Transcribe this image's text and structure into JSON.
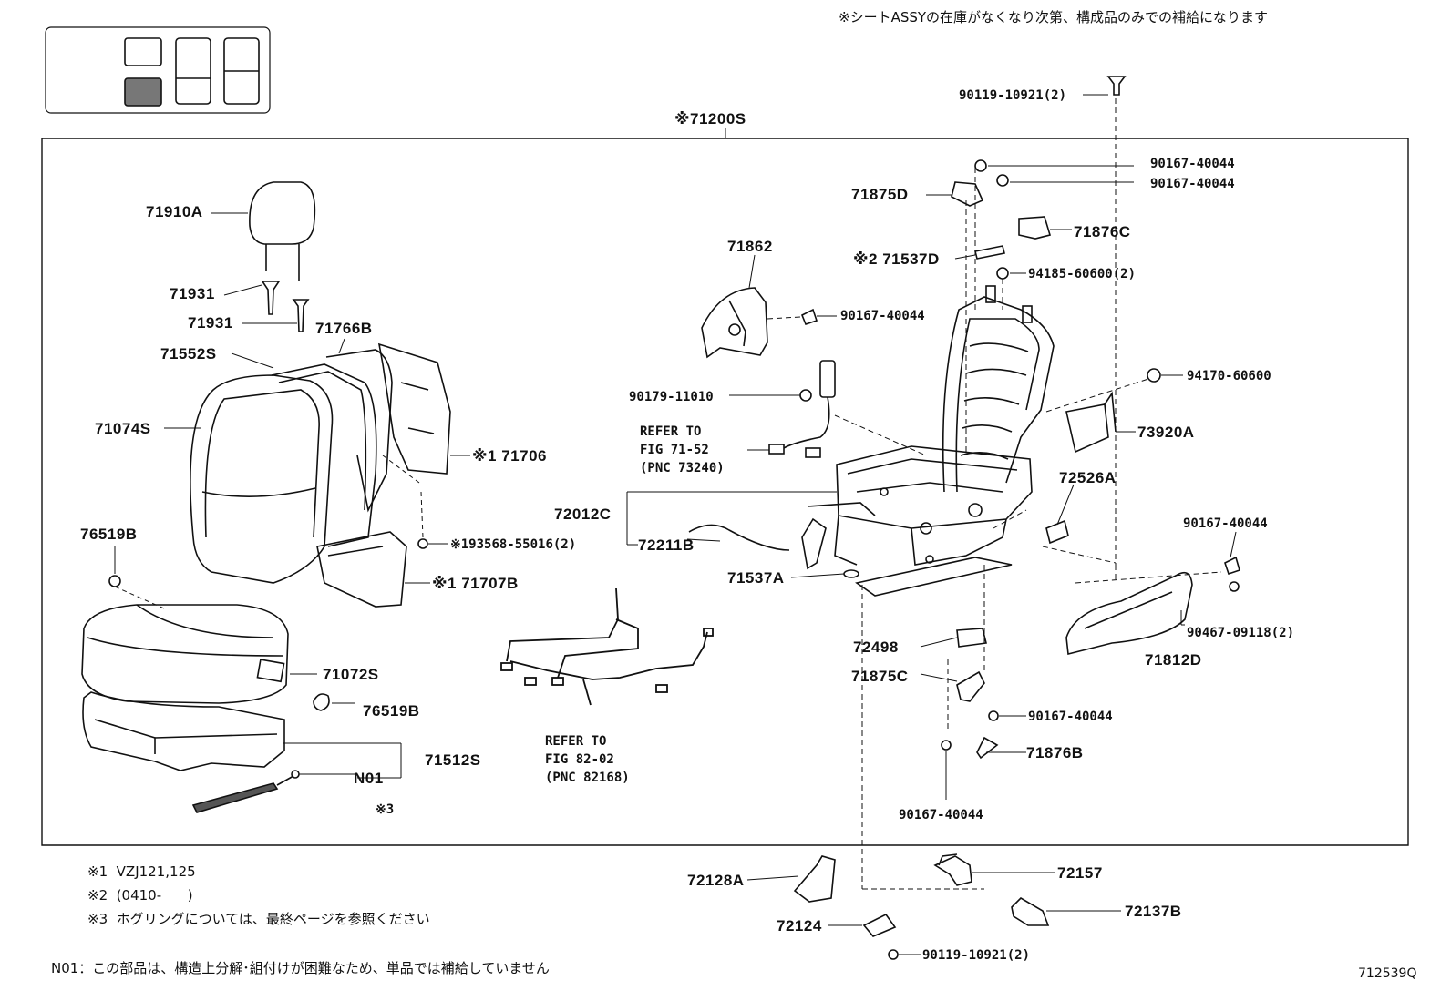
{
  "header_note": "※シートASSYの在庫がなくなり次第、構成品のみでの補給になります",
  "assembly_label": "※71200S",
  "figure_code": "712539Q",
  "parts": [
    {
      "id": "p-90119-top",
      "text": "90119-10921(2)",
      "size": "sm"
    },
    {
      "id": "p-90167-a",
      "text": "90167-40044",
      "size": "sm"
    },
    {
      "id": "p-90167-b",
      "text": "90167-40044",
      "size": "sm"
    },
    {
      "id": "p-71875d",
      "text": "71875D",
      "size": "big"
    },
    {
      "id": "p-71876c",
      "text": "71876C",
      "size": "big"
    },
    {
      "id": "p-71537d",
      "text": "※2 71537D",
      "size": "big"
    },
    {
      "id": "p-94185",
      "text": "94185-60600(2)",
      "size": "sm"
    },
    {
      "id": "p-71862",
      "text": "71862",
      "size": "big"
    },
    {
      "id": "p-90167-c",
      "text": "90167-40044",
      "size": "sm"
    },
    {
      "id": "p-94170",
      "text": "94170-60600",
      "size": "sm"
    },
    {
      "id": "p-90179",
      "text": "90179-11010",
      "size": "sm"
    },
    {
      "id": "p-73920a",
      "text": "73920A",
      "size": "big"
    },
    {
      "id": "p-72526a",
      "text": "72526A",
      "size": "big"
    },
    {
      "id": "p-72012c",
      "text": "72012C",
      "size": "big"
    },
    {
      "id": "p-72211b",
      "text": "72211B",
      "size": "big"
    },
    {
      "id": "p-71537a",
      "text": "71537A",
      "size": "big"
    },
    {
      "id": "p-90167-d",
      "text": "90167-40044",
      "size": "sm"
    },
    {
      "id": "p-90467",
      "text": "90467-09118(2)",
      "size": "sm"
    },
    {
      "id": "p-71812d",
      "text": "71812D",
      "size": "big"
    },
    {
      "id": "p-72498",
      "text": "72498",
      "size": "big"
    },
    {
      "id": "p-71875c",
      "text": "71875C",
      "size": "big"
    },
    {
      "id": "p-90167-e",
      "text": "90167-40044",
      "size": "sm"
    },
    {
      "id": "p-71876b",
      "text": "71876B",
      "size": "big"
    },
    {
      "id": "p-90167-f",
      "text": "90167-40044",
      "size": "sm"
    },
    {
      "id": "p-71910a",
      "text": "71910A",
      "size": "big"
    },
    {
      "id": "p-71931-a",
      "text": "71931",
      "size": "big"
    },
    {
      "id": "p-71931-b",
      "text": "71931",
      "size": "big"
    },
    {
      "id": "p-71766b",
      "text": "71766B",
      "size": "big"
    },
    {
      "id": "p-71552s",
      "text": "71552S",
      "size": "big"
    },
    {
      "id": "p-71074s",
      "text": "71074S",
      "size": "big"
    },
    {
      "id": "p-71706",
      "text": "※1 71706",
      "size": "big"
    },
    {
      "id": "p-76519b-a",
      "text": "76519B",
      "size": "big"
    },
    {
      "id": "p-193568",
      "text": "※193568-55016(2)",
      "size": "sm"
    },
    {
      "id": "p-71707b",
      "text": "※1 71707B",
      "size": "big"
    },
    {
      "id": "p-71072s",
      "text": "71072S",
      "size": "big"
    },
    {
      "id": "p-76519b-b",
      "text": "76519B",
      "size": "big"
    },
    {
      "id": "p-71512s",
      "text": "71512S",
      "size": "big"
    },
    {
      "id": "p-n01",
      "text": "N01",
      "size": "big"
    },
    {
      "id": "p-note3-mark",
      "text": "※3",
      "size": "sm"
    },
    {
      "id": "p-72128a",
      "text": "72128A",
      "size": "big"
    },
    {
      "id": "p-72157",
      "text": "72157",
      "size": "big"
    },
    {
      "id": "p-72137b",
      "text": "72137B",
      "size": "big"
    },
    {
      "id": "p-72124",
      "text": "72124",
      "size": "big"
    },
    {
      "id": "p-90119-bot",
      "text": "90119-10921(2)",
      "size": "sm"
    }
  ],
  "references": [
    {
      "id": "ref-71-52",
      "lines": [
        "REFER TO",
        "FIG 71-52",
        "(PNC 73240)"
      ]
    },
    {
      "id": "ref-82-02",
      "lines": [
        "REFER TO",
        "FIG 82-02",
        "(PNC 82168)"
      ]
    }
  ],
  "notes": [
    {
      "mark": "※1",
      "text": "VZJ121,125"
    },
    {
      "mark": "※2",
      "text": "(0410-      )"
    },
    {
      "mark": "※3",
      "text": "ホグリングについては、最終ページを参照ください"
    }
  ],
  "footnote": "N01：この部品は、構造上分解･組付けが困難なため、単品では補給していません"
}
